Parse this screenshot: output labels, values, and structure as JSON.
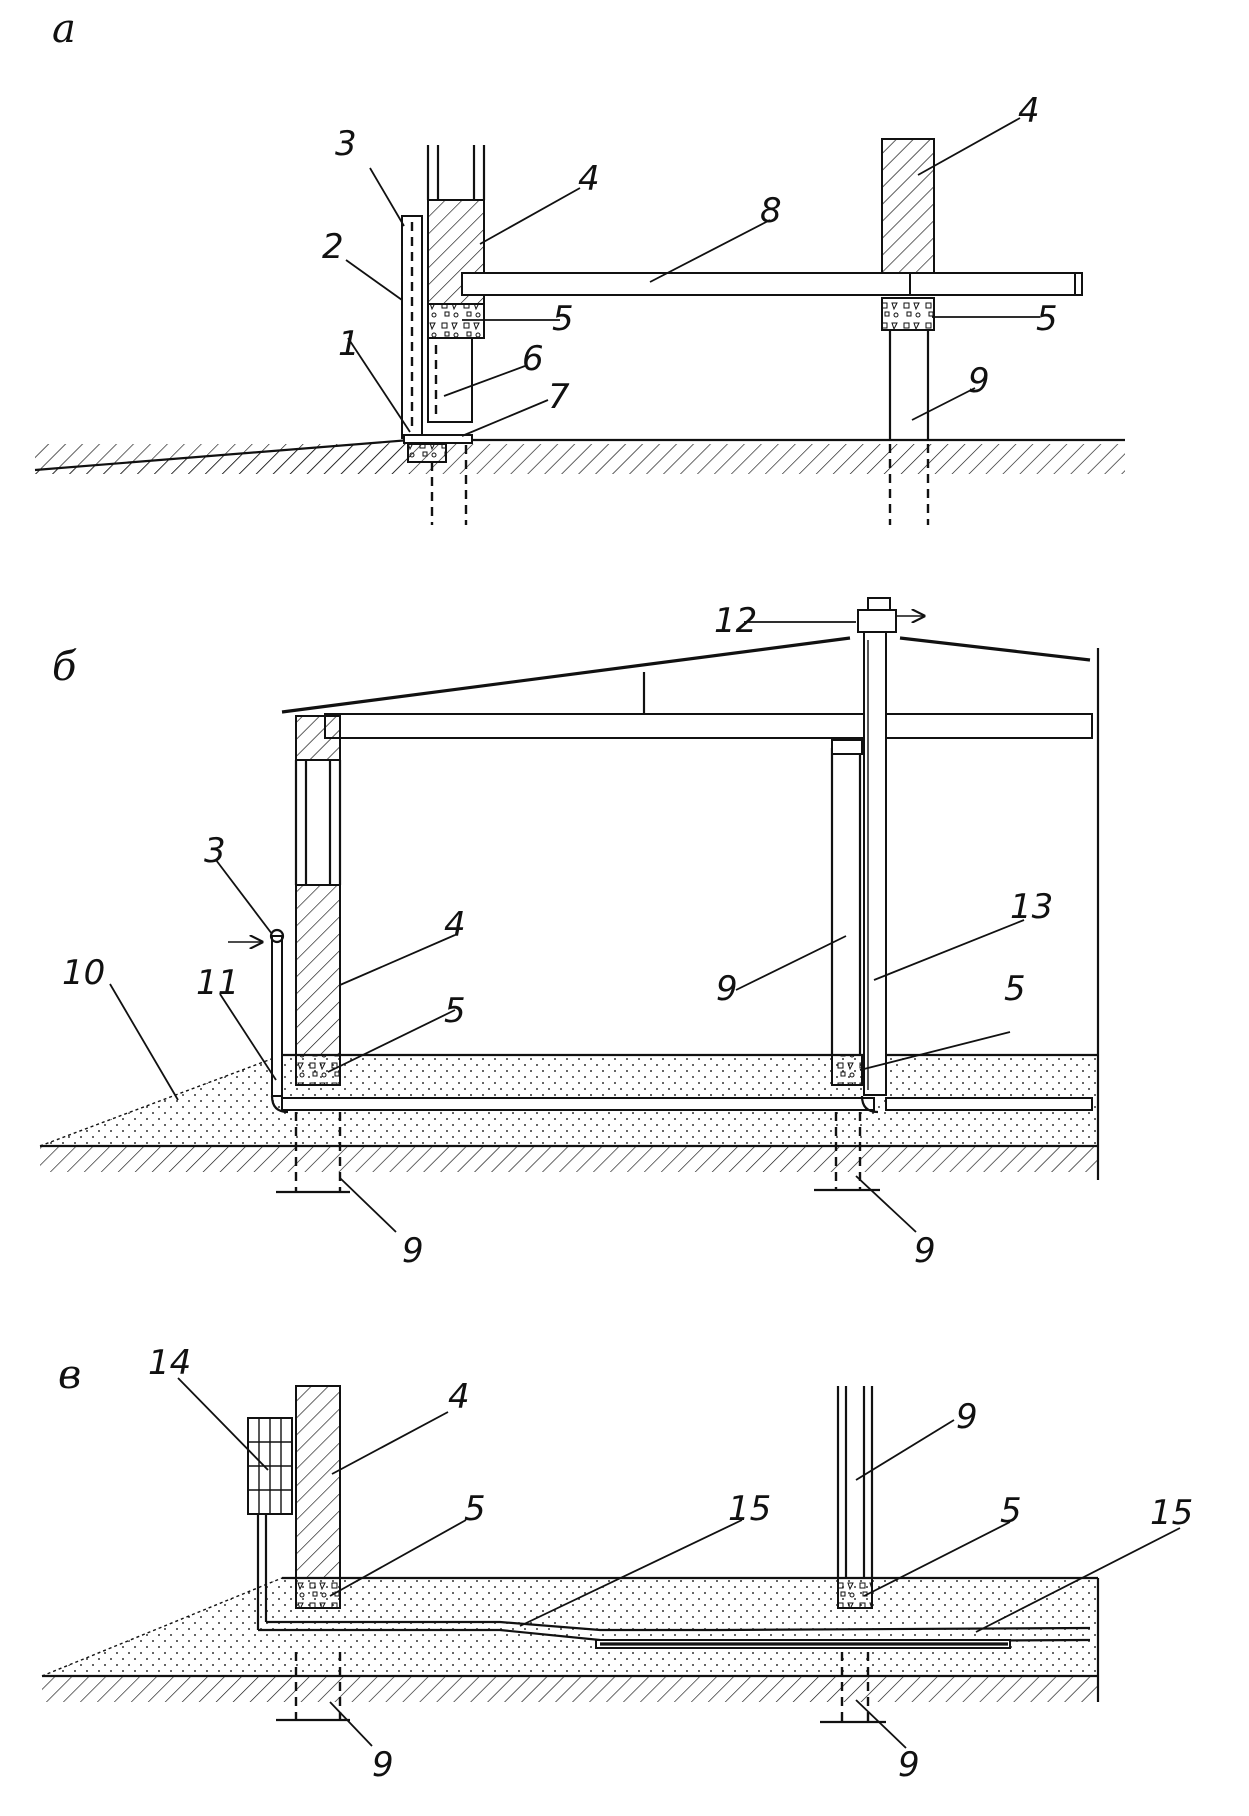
{
  "panels": {
    "a": {
      "label": "а",
      "callouts": [
        "1",
        "2",
        "3",
        "4",
        "4",
        "5",
        "5",
        "6",
        "7",
        "8",
        "9"
      ]
    },
    "b": {
      "label": "б",
      "callouts": [
        "3",
        "4",
        "5",
        "5",
        "9",
        "9",
        "9",
        "10",
        "11",
        "12",
        "13"
      ]
    },
    "v": {
      "label": "в",
      "callouts": [
        "4",
        "5",
        "5",
        "9",
        "9",
        "9",
        "14",
        "15",
        "15"
      ]
    }
  }
}
